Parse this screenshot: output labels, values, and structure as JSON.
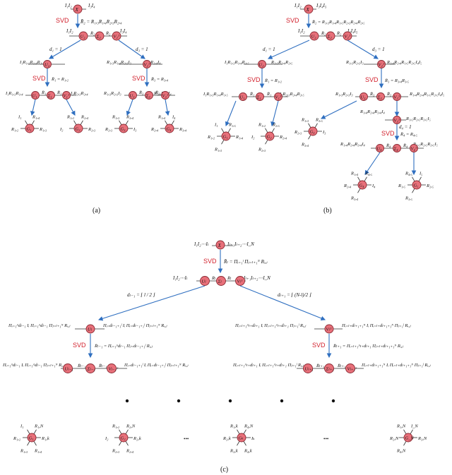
{
  "captions": {
    "a": "(a)",
    "b": "(b)",
    "c": "(c)"
  },
  "svd_label": "SVD",
  "ellipsis": "•••",
  "panel_a": {
    "top_left": "I₁I₂",
    "top_right": "I₃I₄",
    "top_node": "X",
    "svd1": "R̄₂ = R₁,₃R₁,₄R₂,₃R₂,₄",
    "row2_left": "I₁I₂",
    "row2_right": "I₃I₄",
    "row2_nodes": [
      "U₂",
      "R̄₂",
      "Σ₂",
      "R̄₂",
      "V₂ᵀ"
    ],
    "d1": "d₁ = 1",
    "d3": "d₃ = 1",
    "left_top": "I₁R₁,₃R₁,₄R₂,₃R₂,₄",
    "left_node": "U₂",
    "right_top": "R₁,₃R₁,₄R₂,₃I₃",
    "right_mid": "R₂,₄I₄",
    "right_node": "V₂ᵀ",
    "svd_left": "R̄₁ = R₁,₂",
    "svd_right": "R̄₃ = R₃,₄",
    "left_bottom_l": "I₁R₁,₃R₁,₄",
    "left_bottom_r": "I₂R₂,₃R₂,₄",
    "left_bot_nodes": [
      "U₁",
      "R̄₁",
      "Σ₁",
      "R̄₁",
      "V₁ᵀ"
    ],
    "right_bottom_l": "R₁,₃R₂,₃I₃",
    "right_bottom_r": "R₁,₄R₂,₄I₄",
    "right_bot_nodes": [
      "U₃",
      "R̄₃",
      "Σ₃",
      "R̄₃",
      "V₃ᵀ"
    ],
    "cores": [
      {
        "name": "G₁",
        "labels": [
          "I₁",
          "R₁,₄",
          "R₁,₂",
          "R₁,₃"
        ]
      },
      {
        "name": "G₂",
        "labels": [
          "R₁,₂",
          "R₂,₄",
          "I₂",
          "R₂,₃"
        ]
      },
      {
        "name": "G₃",
        "labels": [
          "R₁,₃",
          "R₃,₄",
          "R₂,₃",
          "I₃"
        ]
      },
      {
        "name": "G₄",
        "labels": [
          "R₁,₄",
          "I₄",
          "R₂,₄",
          "R₃,₄"
        ]
      }
    ]
  },
  "panel_b": {
    "top_left": "I₁I₂",
    "top_right": "I₃I₄I₅",
    "top_node": "X",
    "svd1": "R̄₂ = R₁,₃R₁,₄R₁,₅R₂,₃R₂,₄R₂,₅",
    "row2_left": "I₁I₂",
    "row2_right": "I₃I₄I₅",
    "row2_nodes": [
      "U₂",
      "R̄₂",
      "Σ₂",
      "R̄₂",
      "V₂ᵀ"
    ],
    "d1": "d₁ = 1",
    "d3": "d₃ = 1",
    "left_top": "I₁R₁,₃R₁,₄R₁,₅",
    "left_mid": "R₂,₃R₂,₄R₂,₅",
    "right_top": "R₁,₃R₂,₃I₃",
    "right_mid": "R₁,₄R₂,₄R₁,₅R₂,₅I₄I₅",
    "svd_left": "R̄₁ = R₁,₂",
    "svd_right": "R̄₃ = R₃,₄R₃,₅",
    "left_bottom_l": "I₁R₁,₃R₁,₄R₁,₅",
    "left_bottom_r": "I₂R₂,₃R₂,₄R₂,₅",
    "left_bot_nodes": [
      "U₁",
      "R̄₁",
      "Σ₁",
      "R̄₁",
      "V₁ᵀ"
    ],
    "right_bottom_l": "R₁,₃R₂,₃I₃",
    "right_bottom_r": "R₁,₄R₂,₄R₁,₅R₂,₅I₄I₅",
    "right_bot_nodes": [
      "U₃",
      "R̄₃",
      "Σ₃",
      "R̄₃",
      "V₃ᵀ"
    ],
    "d4": "d₄ = 1",
    "v3_top": "R₁,₄R₂,₄R₃,₄I₄",
    "v3_right": "R₁,₅R₂,₅R₃,₅I₅",
    "svd4": "R̄₄ = R₄,₅",
    "row4_l": "R₁,₄R₂,₄R₃,₄I₄",
    "row4_r": "R₁,₅R₂,₅R₃,₅I₅",
    "row4_nodes": [
      "U₄",
      "R̄₄",
      "Σ₄",
      "R̄₄",
      "V₄ᵀ"
    ],
    "cores": [
      {
        "name": "G₁",
        "labels": [
          "I₁",
          "R₁,₅",
          "R₁,₂",
          "R₁,₄",
          "R₁,₃"
        ]
      },
      {
        "name": "G₂",
        "labels": [
          "R₁,₂",
          "R₂,₅",
          "I₂",
          "R₂,₄",
          "R₂,₃"
        ]
      },
      {
        "name": "G₃",
        "labels": [
          "R₁,₃",
          "R₃,₅",
          "R₂,₃",
          "I₃",
          "R₃,₄"
        ]
      },
      {
        "name": "G₄",
        "labels": [
          "R₁,₄",
          "R₄,₅",
          "R₂,₄",
          "I₄",
          "R₃,₄"
        ]
      },
      {
        "name": "G₅",
        "labels": [
          "R₄,₅",
          "I₅",
          "R₁,₅",
          "R₂,₅",
          "R₃,₅"
        ]
      }
    ]
  },
  "panel_c": {
    "top_left": "I₁I₂⋯Iₗ",
    "top_right": "Iₗ₊₁Iₗ₊₂⋯I_N",
    "top_node": "X",
    "svd1": "R̄ₗ = Πᵢ₌₁ˡ Πⱼ₌ₗ₊₁ᴺ Rᵢ,ⱼ",
    "row2_left": "I₁I₂⋯Iₗ",
    "row2_right": "Iₗ₊₁Iₗ₊₂⋯I_N",
    "row2_nodes": [
      "Uₗ",
      "R̄ₗ",
      "Σₗ",
      "R̄ₗ",
      "Vₗᵀ"
    ],
    "dl1": "dₗ₋₁ = ⌊ l / 2 ⌋",
    "dl2": "dₗ₊₁ = ⌊ (N-l)/2 ⌋",
    "left_l": "Πᵢ₌₁^dₗ₋₁ Iᵢ Πᵢ₌₁^dₗ₋₁ Πⱼ₌ₗ₊₁ᴺ Rᵢ,ⱼ",
    "left_r": "Πᵢ₌dₗ₋₁₊₁ˡ Iᵢ Πᵢ₌dₗ₋₁₊₁ˡ Πⱼ₌ₗ₊₁ᴺ Rᵢ,ⱼ",
    "left_node": "Uₗ",
    "right_l": "Πᵢ₌ₗ₊₁^ₗ₊dₗ₊₁ Iᵢ Πᵢ₌ₗ₊₁^ₗ₊dₗ₊₁ Πⱼ₌₁ˡ Rᵢ,ⱼ",
    "right_r": "Πᵢ₌ₗ₊dₗ₊₁₊₁ᴺ Iᵢ Πᵢ₌ₗ₊dₗ₊₁₊₁ᴺ Πⱼ₌₁ˡ Rᵢ,ⱼ",
    "right_node": "Vₗᵀ",
    "svd_left": "R̄ₗ₋₁ = Πᵢ₌₁^dₗ₋₁ Πⱼ₌dₗ₋₁₊₁ˡ Rᵢ,ⱼ",
    "svd_right": "R̄ₗ₊₁ = Πᵢ₌ₗ₊₁^ₗ₊dₗ₊₁ Πⱼ₌ₗ₊dₗ₊₁₊₁ᴺ Rᵢ,ⱼ",
    "lb_l": "Πᵢ₌₁^dₗ₋₁ Iᵢ Πᵢ₌₁^dₗ₋₁ Πⱼ₌ₗ₊₁ᴺ Rᵢ,ⱼ",
    "lb_r": "Πᵢ₌dₗ₋₁₊₁ˡ Iᵢ Πᵢ₌dₗ₋₁₊₁ˡ Πⱼ₌ₗ₊₁ᴺ Rᵢ,ⱼ",
    "lb_nodes": [
      "Uₗ₋₁",
      "R̄ₗ₋₁",
      "Σₗ₋₁",
      "R̄ₗ₋₁",
      "Vₗ₋₁ᵀ"
    ],
    "rb_l": "Πᵢ₌ₗ₊₁^ₗ₊dₗ₊₁ Iᵢ Πᵢ₌ₗ₊₁^ₗ₊dₗ₊₁ Πⱼ₌₁ˡ Rᵢ,ⱼ",
    "rb_r": "Πᵢ₌ₗ₊dₗ₊₁₊₁ᴺ Iᵢ Πᵢ₌ₗ₊dₗ₊₁₊₁ᴺ Πⱼ₌₁ˡ Rᵢ,ⱼ",
    "rb_nodes": [
      "Uₗ₊₁",
      "R̄ₗ₊₁",
      "Σₗ₊₁",
      "R̄ₗ₊₁",
      "Vₗ₊₁ᵀ"
    ],
    "cores": [
      {
        "name": "G₁",
        "labels": [
          "I₁",
          "R₁,N",
          "R₁,₂",
          "R₁,k",
          "R₁,₃",
          "R₁,₄"
        ]
      },
      {
        "name": "G₂",
        "labels": [
          "R₁,₂",
          "R₂,N",
          "I₂",
          "R₂,k",
          "R₂,₃",
          "R₂,₄"
        ]
      },
      {
        "name": "Gₖ",
        "labels": [
          "R₁,k",
          "R₄,N",
          "R₂,k",
          "Iₖ",
          "R₃,k",
          "R₄,k"
        ]
      },
      {
        "name": "G_N",
        "labels": [
          "R₁,N",
          "I_N",
          "R₂,N",
          "R₃,N",
          "R₄,N"
        ]
      }
    ]
  }
}
